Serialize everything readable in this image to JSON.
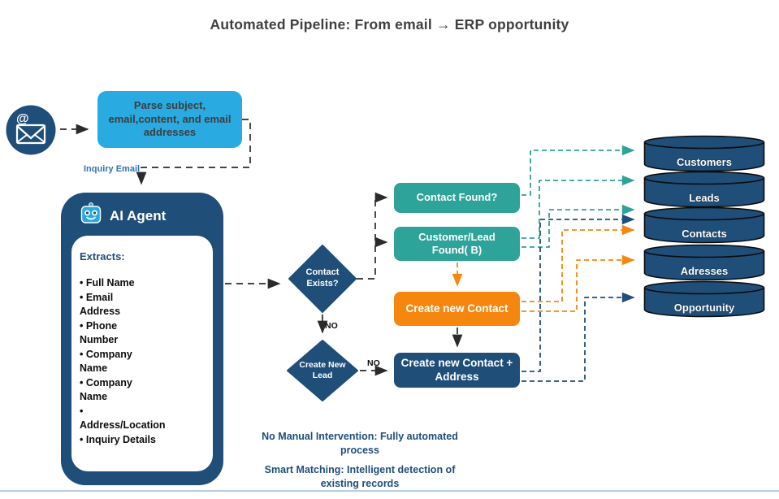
{
  "title": "Automated Pipeline: From email → ERP opportunity",
  "nodes": {
    "email_icon": "email-at-icon",
    "parse_box": "Parse subject,\nemail,content, and email\naddresses",
    "inquiry_email_label": "Inquiry Email",
    "ai_agent": {
      "title": "AI Agent",
      "icon": "robot-icon",
      "extracts_heading": "Extracts:",
      "items": [
        "• Full Name",
        "• Email\nAddress",
        "• Phone\nNumber",
        "• Company\nName",
        "• Company\nName",
        "•\nAddress/Location",
        "• Inquiry Details"
      ]
    },
    "contact_exists_decision": "Contact\nExists?",
    "create_new_lead_decision": "Create New\nLead",
    "contact_found": "Contact Found?",
    "customer_lead_found": "Customer/Lead\nFound( B)",
    "create_new_contact": "Create new Contact",
    "create_new_contact_address": "Create new Contact +\nAddress",
    "no_label_1": "NO",
    "no_label_2": "NO"
  },
  "databases": [
    "Customers",
    "Leads",
    "Contacts",
    "Adresses",
    "Opportunity"
  ],
  "notes": [
    "No Manual Intervention: Fully automated\nprocess",
    "Smart Matching: Intelligent detection of\nexisting records"
  ],
  "colors": {
    "navy": "#1F4E79",
    "light_blue": "#29ABE2",
    "teal": "#2EA399",
    "orange": "#F5870F",
    "title_text": "#3F3F3F",
    "inquiry_label": "#2E75B6",
    "connector_dark": "#2B2B2B",
    "note_text": "#1F4E79"
  }
}
